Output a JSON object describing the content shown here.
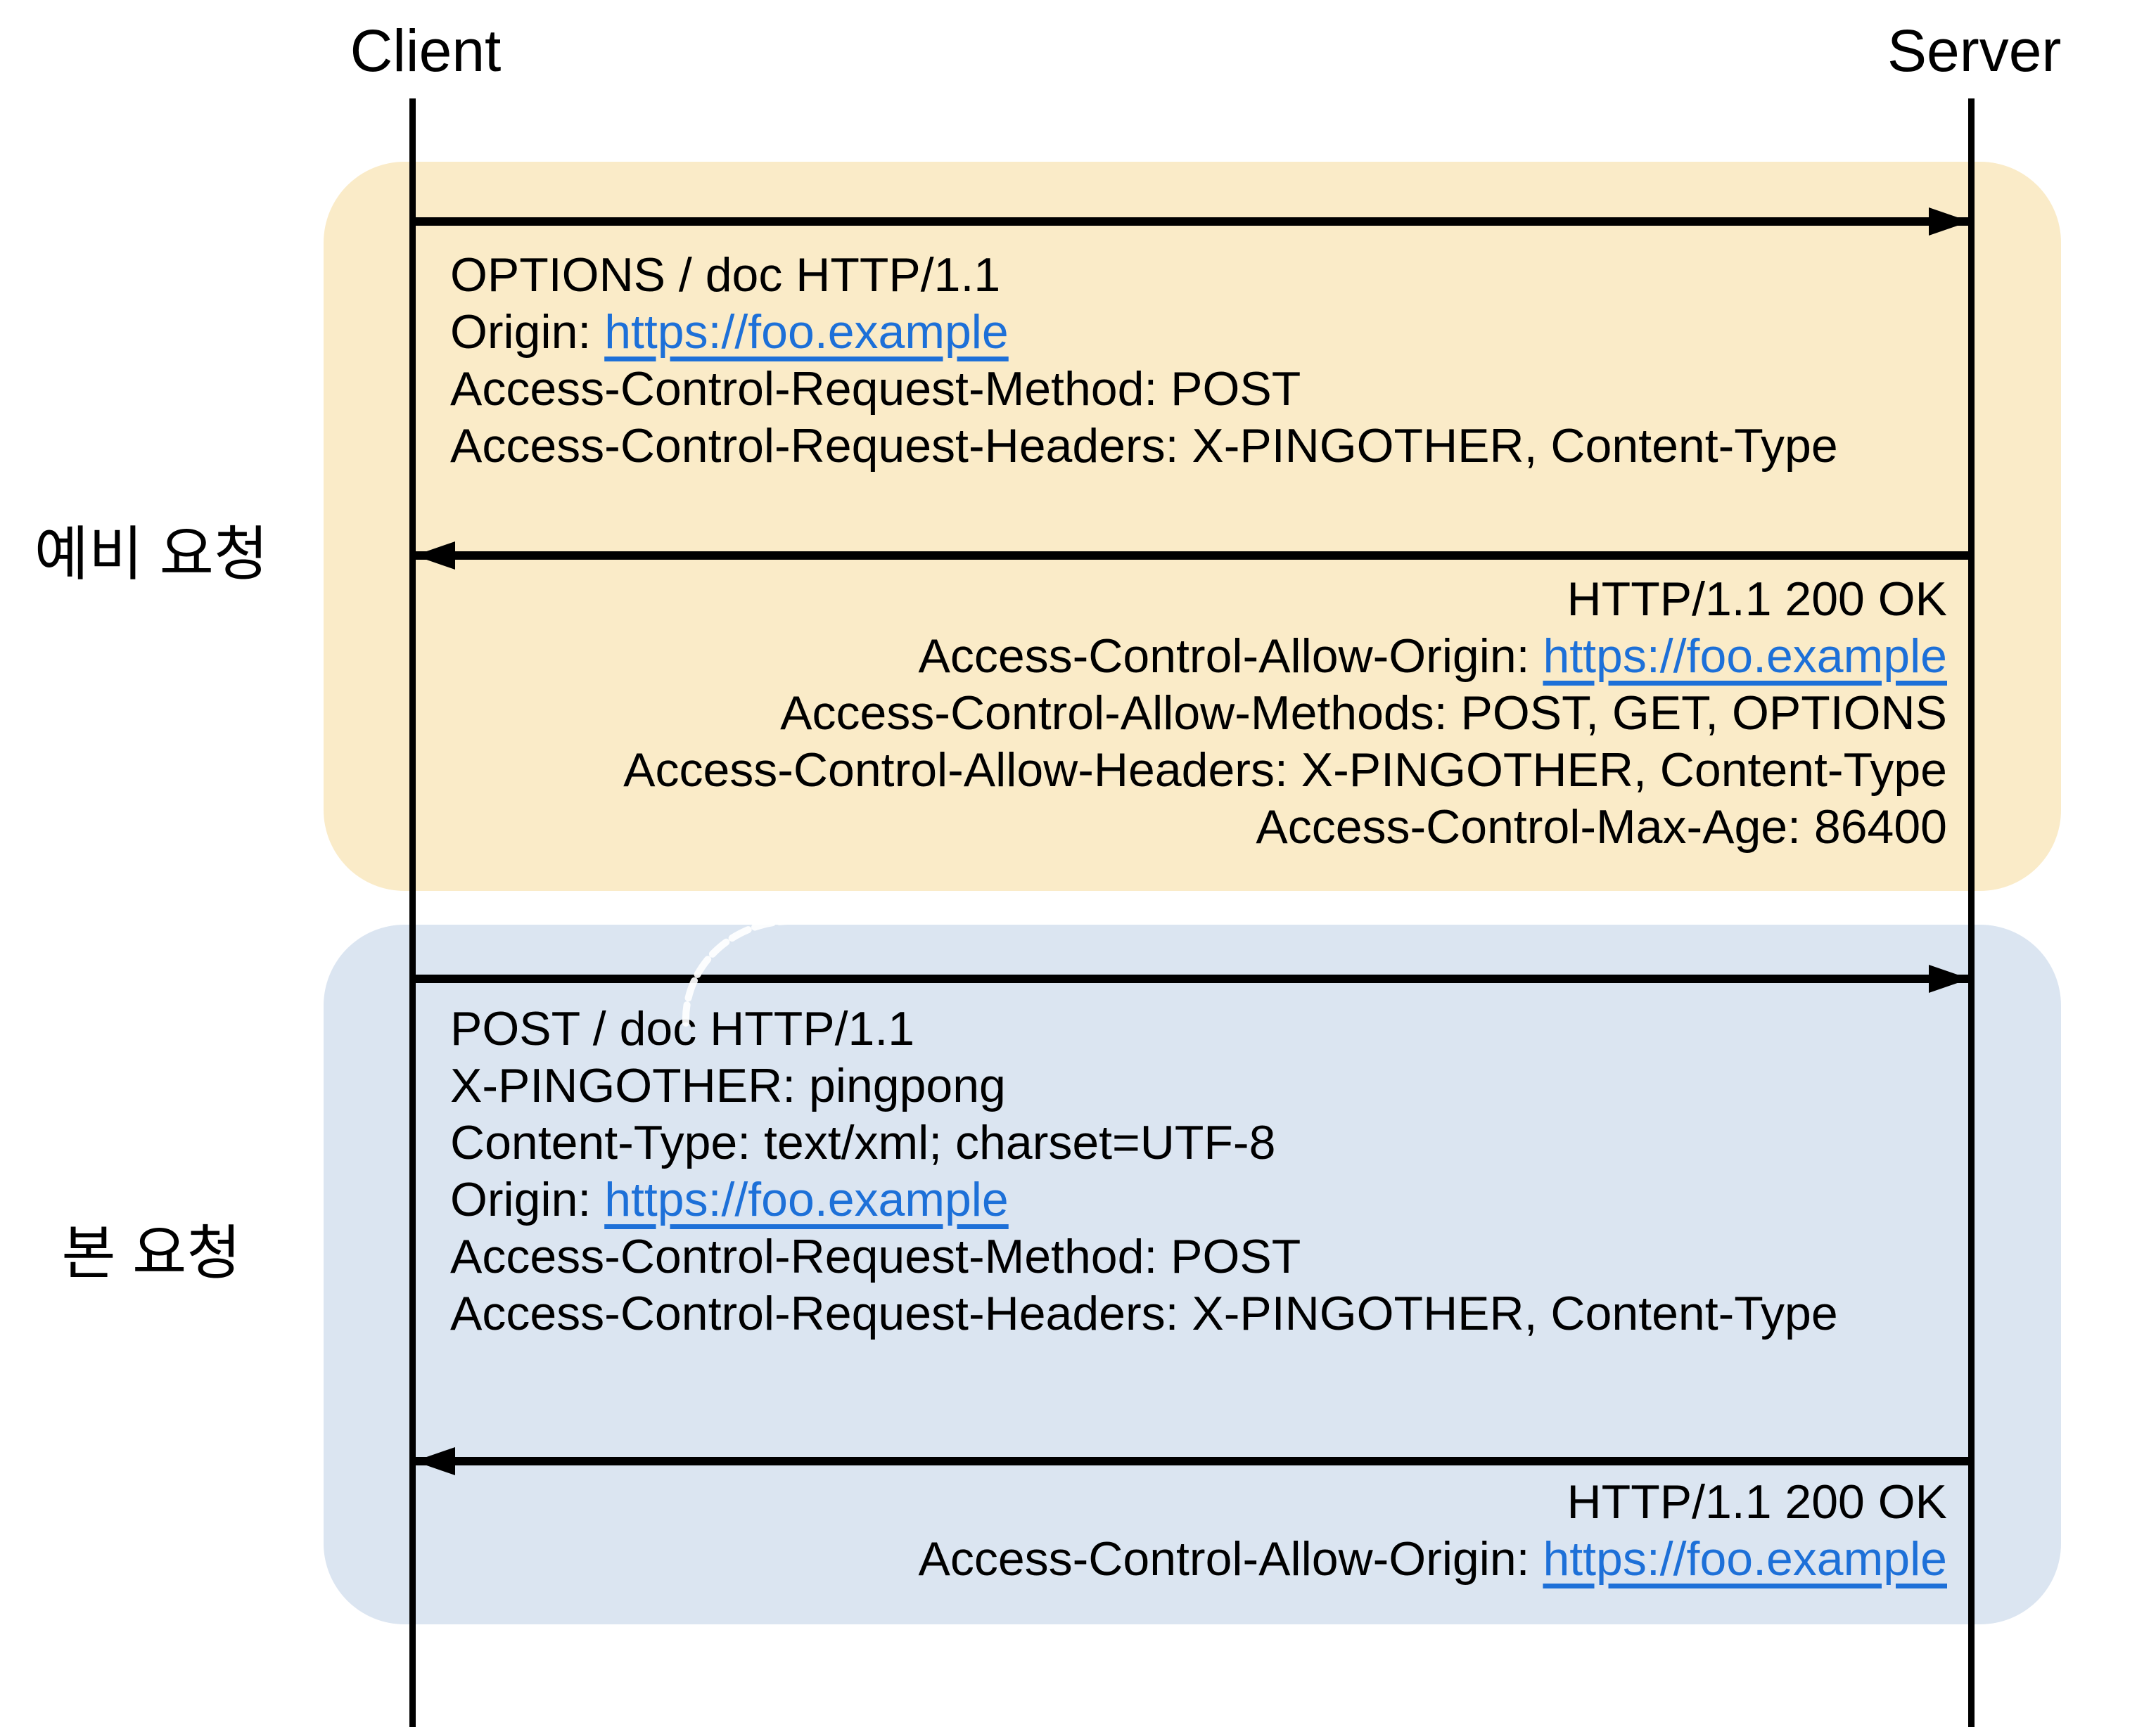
{
  "diagram": {
    "client_label": "Client",
    "server_label": "Server",
    "colors": {
      "preflight_bg": "#FAEBC8",
      "main_bg": "#DBE5F1",
      "link": "#1D70D8",
      "line": "#000000"
    },
    "sections": {
      "preflight": {
        "label": "예비 요청",
        "request": {
          "line1": "OPTIONS / doc HTTP/1.1",
          "origin_prefix": "Origin: ",
          "origin_link": "https://foo.example",
          "line3": "Access-Control-Request-Method: POST",
          "line4": "Access-Control-Request-Headers: X-PINGOTHER, Content-Type"
        },
        "response": {
          "line1": "HTTP/1.1 200 OK",
          "allow_origin_prefix": "Access-Control-Allow-Origin: ",
          "allow_origin_link": "https://foo.example",
          "line3": "Access-Control-Allow-Methods: POST, GET, OPTIONS",
          "line4": "Access-Control-Allow-Headers: X-PINGOTHER, Content-Type",
          "line5": "Access-Control-Max-Age: 86400"
        }
      },
      "main": {
        "label": "본 요청",
        "request": {
          "line1": "POST / doc HTTP/1.1",
          "line2": "X-PINGOTHER: pingpong",
          "line3": "Content-Type: text/xml; charset=UTF-8",
          "origin_prefix": "Origin: ",
          "origin_link": "https://foo.example",
          "line5": "Access-Control-Request-Method: POST",
          "line6": "Access-Control-Request-Headers: X-PINGOTHER, Content-Type"
        },
        "response": {
          "line1": "HTTP/1.1 200 OK",
          "allow_origin_prefix": "Access-Control-Allow-Origin: ",
          "allow_origin_link": "https://foo.example"
        }
      }
    }
  }
}
